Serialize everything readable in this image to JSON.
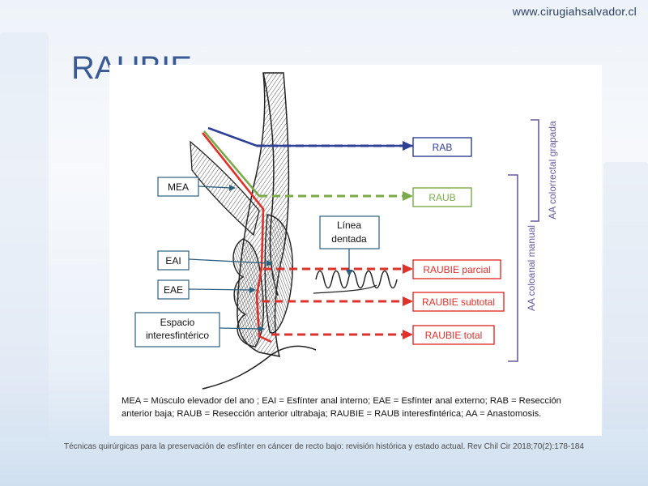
{
  "website": "www.cirugiahsalvador.cl",
  "slide_title": "RAUBIE",
  "diagram": {
    "anatomy_labels": {
      "mea": "MEA",
      "eai": "EAI",
      "eae": "EAE",
      "espacio_line1": "Espacio",
      "espacio_line2": "interesfintérico",
      "linea_line1": "Línea",
      "linea_line2": "dentada"
    },
    "procedures": {
      "rab": "RAB",
      "raub": "RAUB",
      "raubie_parcial": "RAUBIE parcial",
      "raubie_subtotal": "RAUBIE subtotal",
      "raubie_total": "RAUBIE total"
    },
    "brackets": {
      "grapada": "AA colorrectal grapada",
      "manual": "AA coloanal manual"
    },
    "colors": {
      "blue": "#2e3f96",
      "green": "#7aab4a",
      "red": "#e0302c",
      "bracket": "#6a5aa0"
    }
  },
  "caption": "MEA = Músculo elevador del ano ; EAI = Esfínter anal interno; EAE = Esfínter anal externo; RAB = Resección anterior baja; RAUB = Resección anterior ultrabaja; RAUBIE = RAUB interesfintérica; AA = Anastomosis.",
  "citation": "Técnicas quirúrgicas para la preservación de esfínter en cáncer de recto bajo: revisión histórica y estado actual. Rev Chil Cir 2018;70(2):178-184"
}
